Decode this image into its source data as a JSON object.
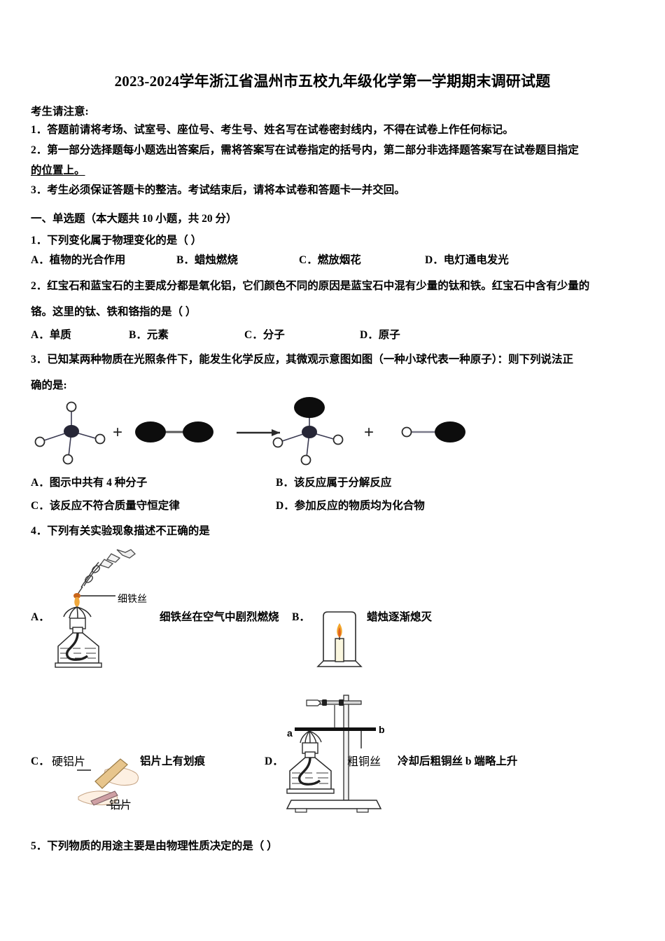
{
  "document": {
    "title": "2023-2024学年浙江省温州市五校九年级化学第一学期期末调研试题",
    "notice_heading": "考生请注意:",
    "notice_items": [
      "1．答题前请将考场、试室号、座位号、考生号、姓名写在试卷密封线内，不得在试卷上作任何标记。",
      "2．第一部分选择题每小题选出答案后，需将答案写在试卷指定的括号内，第二部分非选择题答案写在试卷题目指定",
      "的位置上。",
      "3．考生必须保证答题卡的整洁。考试结束后，请将本试卷和答题卡一并交回。"
    ],
    "section_heading": "一、单选题（本大题共 10 小题，共 20 分）"
  },
  "questions": [
    {
      "number": "1",
      "stem": "1．下列变化属于物理变化的是（    ）",
      "options": [
        "A．植物的光合作用",
        "B．蜡烛燃烧",
        "C．燃放烟花",
        "D．电灯通电发光"
      ]
    },
    {
      "number": "2",
      "stem_line1": "2．红宝石和蓝宝石的主要成分都是氧化铝，它们颜色不同的原因是蓝宝石中混有少量的钛和铁。红宝石中含有少量的",
      "stem_line2": "铬。这里的钛、铁和铬指的是（ ）",
      "options": [
        "A．单质",
        "B．元素",
        "C．分子",
        "D．原子"
      ]
    },
    {
      "number": "3",
      "stem_line1": "3．已知某两种物质在光照条件下，能发生化学反应，其微观示意图如图（一种小球代表一种原子）：则下列说法正",
      "stem_line2": "确的是:",
      "diagram": {
        "plus_left": "+",
        "plus_right": "+",
        "arrow": "→"
      },
      "options": [
        "A．图示中共有 4 种分子",
        "B．该反应属于分解反应",
        "C．该反应不符合质量守恒定律",
        "D．参加反应的物质均为化合物"
      ]
    },
    {
      "number": "4",
      "stem": "4．下列有关实验现象描述不正确的是",
      "option_labels": [
        "A．",
        "B．",
        "C．",
        "D．"
      ],
      "option_texts": [
        "细铁丝在空气中剧烈燃烧",
        "蜡烛逐渐熄灭",
        "铝片上有划痕",
        "冷却后粗铜丝 b 端略上升"
      ],
      "figure_labels": {
        "a_wire": "细铁丝",
        "c_hard_plate": "硬铝片",
        "c_plate": "铝片",
        "d_left": "a",
        "d_right": "b",
        "d_copper": "粗铜丝"
      }
    },
    {
      "number": "5",
      "stem": "5．下列物质的用途主要是由物理性质决定的是（      ）"
    }
  ]
}
